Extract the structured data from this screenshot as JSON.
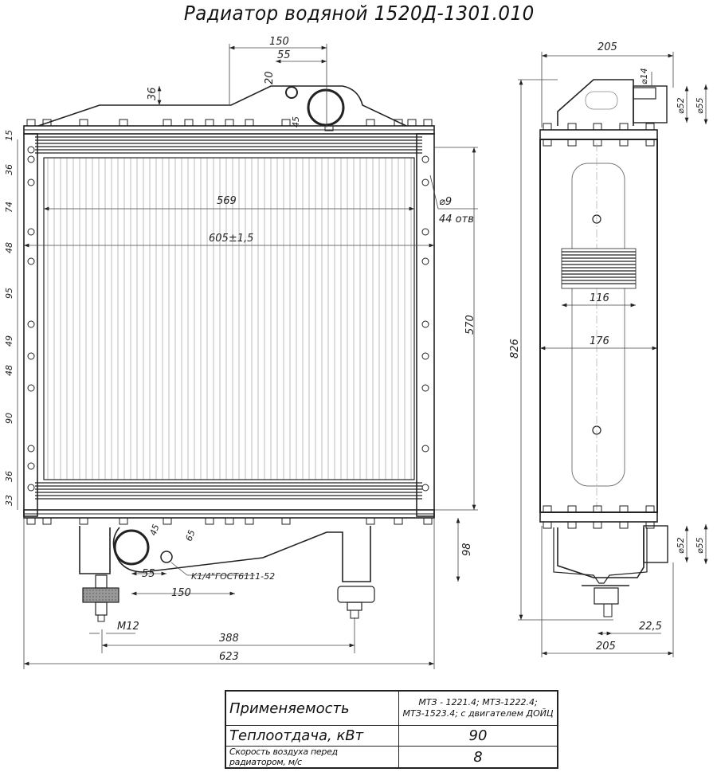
{
  "title": "Радиатор водяной   1520Д-1301.010",
  "front_view": {
    "top_dims": {
      "width_150": "150",
      "width_55": "55",
      "height_36": "36",
      "height_20": "20",
      "height_45": "45"
    },
    "inner_dims": {
      "core_width": "569",
      "frame_width": "605±1,5"
    },
    "hole_callout": {
      "diameter": "⌀9",
      "count": "44 отв"
    },
    "height_dim": "570",
    "bottom_height_dim": "98",
    "left_hole_spacings": [
      "15",
      "36",
      "74",
      "48",
      "95",
      "49",
      "48",
      "90",
      "36",
      "33"
    ],
    "bottom_dims": {
      "depth_45": "45",
      "height_65": "65",
      "width_55": "55",
      "width_150": "150",
      "thread": "M12",
      "mount_spacing": "388",
      "overall_width": "623"
    },
    "plug_callout": "K1/4\"ГОСТ6111-52"
  },
  "side_view": {
    "top_width": "205",
    "inlet_pipe": "⌀14",
    "top_pipe_inner": "⌀52",
    "top_pipe_outer": "⌀55",
    "core_depth": "116",
    "frame_depth": "176",
    "overall_height": "826",
    "bottom_pipe_inner": "⌀52",
    "bottom_pipe_outer": "⌀55",
    "mount_offset": "22,5",
    "bottom_width": "205"
  },
  "spec_table": {
    "rows": [
      {
        "label": "Применяемость",
        "value_line1": "МТЗ - 1221.4;  МТЗ-1222.4;",
        "value_line2": "МТЗ-1523.4;  с двигателем ДОЙЦ"
      },
      {
        "label": "Теплоотдача, кВт",
        "value": "90"
      },
      {
        "label": "Скорость воздуха перед радиатором, м/с",
        "value": "8"
      }
    ]
  }
}
